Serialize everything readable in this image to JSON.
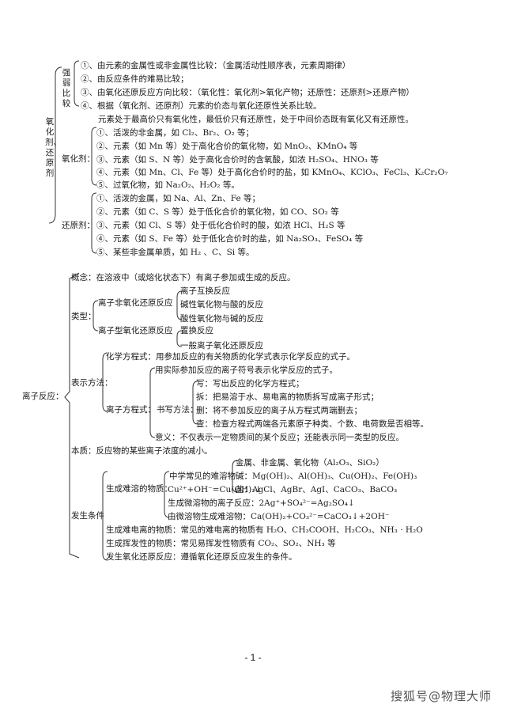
{
  "section_redox": {
    "title": "氧化剂、还原剂",
    "strength": {
      "label": "强弱比较",
      "items": [
        "①、由元素的金属性或非金属性比较：（金属活动性顺序表，元素周期律）",
        "②、由反应条件的难易比较；",
        "③、由氧化还原反应方向比较：（氧化性：氧化剂>氧化产物；还原性：还原剂>还原产物）",
        "④、根据（氧化剂、还原剂）元素的价态与氧化还原性关系比较。"
      ],
      "note": "元素处于最高价只有氧化性，最低价只有还原性，处于中间价态既有氧化又有还原性。"
    },
    "oxidant": {
      "label": "氧化剂：",
      "items": [
        "①、活泼的非金属，如 Cl₂、Br₂、O₂ 等；",
        "②、元素（如 Mn 等）处于高化合价的氧化物，如 MnO₂、KMnO₄ 等",
        "③、元素（如 S、N 等）处于高化合价时的含氧酸，如浓 H₂SO₄、HNO₃ 等",
        "④、元素（如 Mn、Cl、Fe 等）处于高化合价时的盐，如 KMnO₄、KClO₃、FeCl₃、K₂Cr₂O₇",
        "⑤、过氧化物，如 Na₂O₂、H₂O₂ 等。"
      ]
    },
    "reductant": {
      "label": "还原剂：",
      "items": [
        "①、活泼的金属，如 Na、Al、Zn、Fe 等；",
        "②、元素（如 C、S 等）处于低化合价的氧化物，如 CO、SO₂ 等",
        "③、元素（如 Cl、S 等）处于低化合价时的酸，如浓 HCl、H₂S 等",
        "④、元素（如 S、Fe 等）处于低化合价时的盐，如 Na₂SO₃、FeSO₄ 等",
        "⑤、某些非金属单质，如 H₂ 、C、Si 等。"
      ]
    }
  },
  "section_ionic": {
    "title": "离子反应：",
    "concept": "概念：在溶液中（或熔化状态下）有离子参加或生成的反应。",
    "types_label": "类型：",
    "non_redox_label": "离子非氧化还原反应",
    "non_redox_items": [
      "离子互换反应",
      "碱性氧化物与酸的反应",
      "酸性氧化物与碱的反应"
    ],
    "redox_label": "离子型氧化还原反应",
    "redox_items": [
      "置换反应",
      "一般离子氧化还原反应"
    ],
    "notation_label": "表示方法：",
    "chem_eq": "化学方程式：用参加反应的有关物质的化学式表示化学反应的式子。",
    "ionic_eq_label": "离子方程式：",
    "ionic_eq_def": "用实际参加反应的离子符号表示化学反应的式子。",
    "steps_label": "书写方法：",
    "steps": [
      "写：写出反应的化学方程式；",
      "拆：把易溶于水、易电离的物质拆写成离子形式；",
      "删：将不参加反应的离子从方程式两端删去；",
      "查：检查方程式两端各元素原子种类、个数、电荷数是否相等。"
    ],
    "meaning": "意义：不仅表示一定物质间的某个反应；还能表示同一类型的反应。",
    "essence": "本质：反应物的某些离子浓度的减小。",
    "conditions_label": "发生条件",
    "insoluble_label": "生成难溶的物质：",
    "common_insoluble_label": "中学常见的难溶物",
    "common_insoluble": [
      "金属、非金属、氧化物（Al₂O₃、SiO₂）",
      "碱：Mg(OH)₂、Al(OH)₃、Cu(OH)₂、Fe(OH)₃",
      "盐：AgCl、AgBr、AgI、CaCO₃、BaCO₃"
    ],
    "insoluble_lines": [
      "Cu²⁺+OH⁻=Cu(OH)₂↓",
      "生成微溶物的离子反应：2Ag⁺+SO₄²⁻=Ag₂SO₄↓",
      "由微溶物生成难溶物：Ca(OH)₂+CO₃²⁻=CaCO₃↓+2OH⁻"
    ],
    "weak_electrolyte": "生成难电离的物质：常见的难电离的物质有 H₂O、CH₃COOH、H₂CO₃、NH₃ · H₂O",
    "volatile": "生成挥发性的物质：常见易挥发性物质有 CO₂、SO₂、NH₃ 等",
    "redox_cond": "发生氧化还原反应：遵循氧化还原反应发生的条件。"
  },
  "page_number": "- 1 -",
  "watermark": "搜狐号@物理大师"
}
